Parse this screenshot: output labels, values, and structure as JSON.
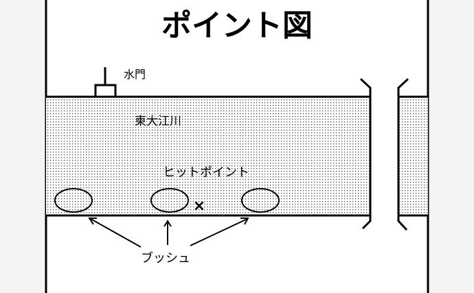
{
  "title": "ポイント図",
  "labels": {
    "gate": "水門",
    "river": "東大江川",
    "hit_point": "ヒットポイント",
    "bush": "ブッシュ"
  },
  "marker": "×",
  "colors": {
    "line": "#000000",
    "water_dots": "#555555",
    "background": "#ffffff"
  }
}
